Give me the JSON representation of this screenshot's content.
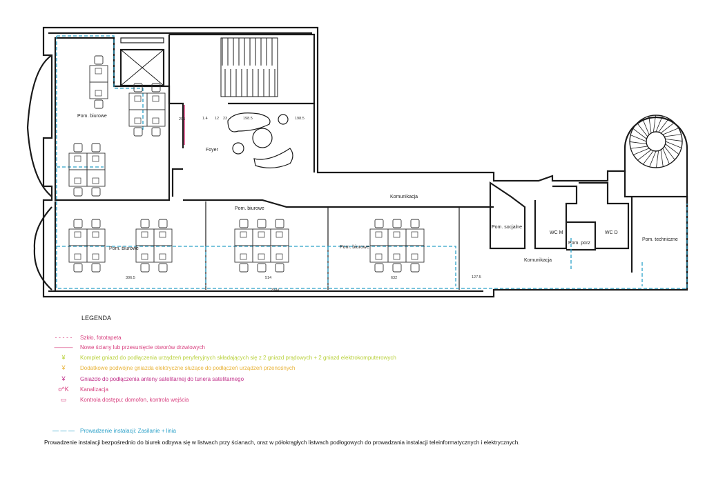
{
  "plan": {
    "rooms": {
      "office_topleft": "Pom. biurowe",
      "office_1": "Pom. biurowe",
      "office_2": "Pom. biurowe",
      "office_3": "Pom. biurowe",
      "foyer": "Foyer",
      "corridor_1": "Komunikacja",
      "corridor_2": "Komunikacja",
      "social": "Pom. socjalne",
      "wc_m": "WC M",
      "cleaning": "Pom. porz",
      "wc_d": "WC D",
      "technical": "Pom. techniczne"
    },
    "dimensions": [
      "295",
      "1.4",
      "12",
      "23",
      "198.5",
      "198.5",
      "306.5",
      "514",
      "632",
      "2944",
      "127.5"
    ]
  },
  "legend": {
    "title": "LEGENDA",
    "items": [
      {
        "symbol": "- - - - -",
        "text": "Szkło, fototapeta",
        "color": "#d8407f"
      },
      {
        "symbol": "———",
        "text": "Nowe ściany lub przesunięcie otworów drzwiowych",
        "color": "#d8407f"
      },
      {
        "symbol": "¥",
        "text": "Komplet gniazd do podłączenia urządzeń peryferyjnych składających się z 2 gniazd prądowych + 2 gniazd elektrokomputerowych",
        "color": "#b9d13c"
      },
      {
        "symbol": "¥",
        "text": "Dodatkowe podwójne gniazda elektryczne służące do podłączeń urządzeń przenośnych",
        "color": "#e9b43c"
      },
      {
        "symbol": "¥",
        "text": "Gniazdo do podłączenia anteny satelitarnej do tunera satelitarnego",
        "color": "#c0308a"
      },
      {
        "symbol": "o^K",
        "text": "Kanalizacja",
        "color": "#d8407f"
      },
      {
        "symbol": "▭",
        "text": "Kontrola dostępu: domofon, kontrola wejścia",
        "color": "#d8407f"
      },
      {
        "symbol": "— — —",
        "text": "Prowadzenie instalacji: Zasilanie + linia",
        "color": "#2aa0c8"
      }
    ],
    "footer": "Prowadzenie instalacji bezpośrednio do biurek odbywa się w listwach przy ścianach, oraz w półokrągłych listwach podłogowych do prowadzania instalacji teleinformatycznych i elektrycznych."
  },
  "colors": {
    "wall": "#1a1a1a",
    "install": "#2aa0c8",
    "new_wall": "#d8407f"
  }
}
